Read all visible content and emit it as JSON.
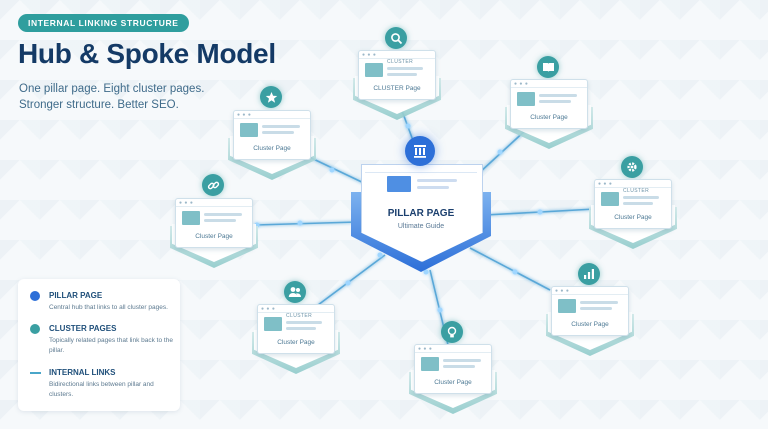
{
  "badge": "INTERNAL LINKING STRUCTURE",
  "title": "Hub & Spoke Model",
  "subtitle": [
    "One pillar page. Eight cluster pages.",
    "Stronger structure. Better SEO."
  ],
  "pillar": {
    "title": "PILLAR PAGE",
    "subtitle": "Ultimate Guide",
    "icon": "pillar-icon"
  },
  "clusters": [
    {
      "label": "CLUSTER Page",
      "caption": "CLUSTER",
      "icon": "search-icon"
    },
    {
      "label": "Cluster Page",
      "caption": "",
      "icon": "book-icon"
    },
    {
      "label": "Cluster Page",
      "caption": "CLUSTER",
      "icon": "gear-icon"
    },
    {
      "label": "Cluster Page",
      "caption": "",
      "icon": "chart-icon"
    },
    {
      "label": "Cluster Page",
      "caption": "",
      "icon": "lightbulb-icon"
    },
    {
      "label": "Cluster Page",
      "caption": "CLUSTER",
      "icon": "users-icon"
    },
    {
      "label": "Cluster Page",
      "caption": "",
      "icon": "link-icon"
    },
    {
      "label": "Cluster Page",
      "caption": "",
      "icon": "star-icon"
    }
  ],
  "legend": [
    {
      "title": "PILLAR PAGE",
      "desc": "Central hub that links to all cluster pages.",
      "color": "#2d6fd8"
    },
    {
      "title": "CLUSTER PAGES",
      "desc": "Topically related pages that link back to the pillar.",
      "color": "#3a9fa2"
    },
    {
      "title": "INTERNAL LINKS",
      "desc": "Bidirectional links between pillar and clusters.",
      "color": "#4aa6c9"
    }
  ],
  "colors": {
    "primary": "#143a66",
    "pillar": "#2d6fd8",
    "cluster": "#3a9fa2",
    "link": "#4aa6c9"
  }
}
